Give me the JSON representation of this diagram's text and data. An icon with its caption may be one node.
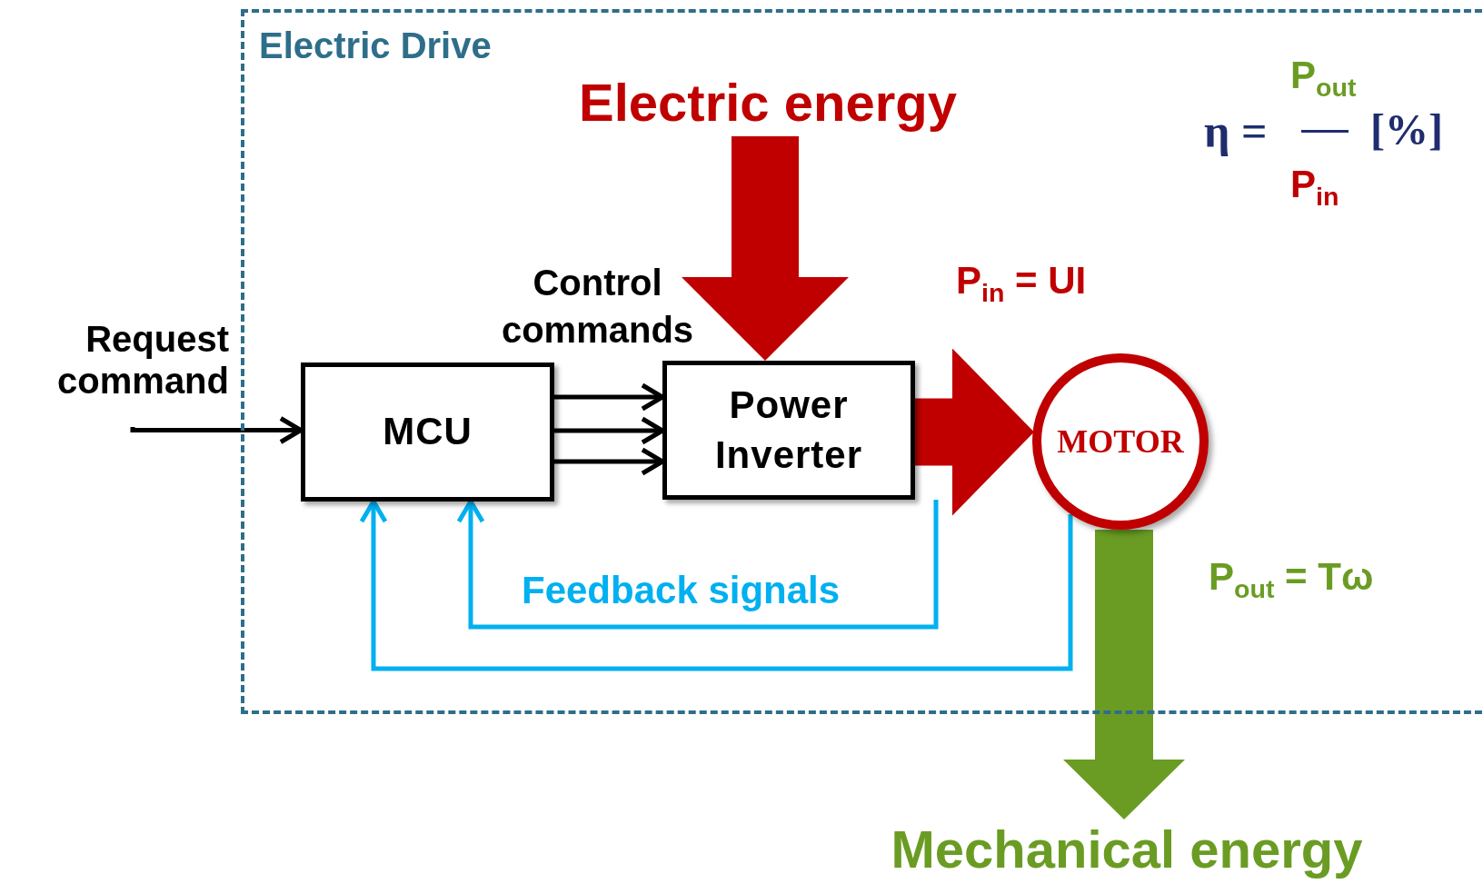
{
  "diagram": {
    "nodes": [
      {
        "text": [
          "Electric Drive"
        ]
      },
      {
        "text": [
          "Electric energy"
        ],
        "in": 0
      },
      {
        "text": [
          "Request command"
        ]
      },
      {
        "text": [
          "MCU"
        ],
        "in": 0
      },
      {
        "text": [
          "Power Inverter"
        ],
        "in": 0
      },
      {
        "text": [
          "MOTOR"
        ],
        "in": 0
      },
      {
        "text": [
          "Mechanical energy"
        ]
      }
    ],
    "edges": [
      {
        "from": 1,
        "to": 4,
        "arrow": "to",
        "style": "thick",
        "color": "#c00000"
      },
      {
        "from": 2,
        "to": 3,
        "arrow": "to"
      },
      {
        "from": 3,
        "to": 4,
        "arrow": "to"
      },
      {
        "from": 3,
        "to": 4,
        "arrow": "to"
      },
      {
        "from": 3,
        "to": 4,
        "arrow": "to"
      },
      {
        "from": 4,
        "to": 5,
        "arrow": "to",
        "style": "thick",
        "color": "#c00000"
      },
      {
        "from": 5,
        "to": 6,
        "arrow": "to",
        "style": "thick",
        "color": "#6a9c23"
      },
      {
        "from": 4,
        "to": 3,
        "arrow": "to",
        "color": "#00b0f0",
        "label": "Feedback signals"
      },
      {
        "from": 5,
        "to": 3,
        "arrow": "to",
        "color": "#00b0f0"
      }
    ],
    "labels": [
      "Control commands",
      "P$_{in}$ = UI",
      "P$_{out}$ = Tω",
      "η =",
      "P$_{out}$",
      "P$_{in}$",
      "[%]"
    ]
  }
}
